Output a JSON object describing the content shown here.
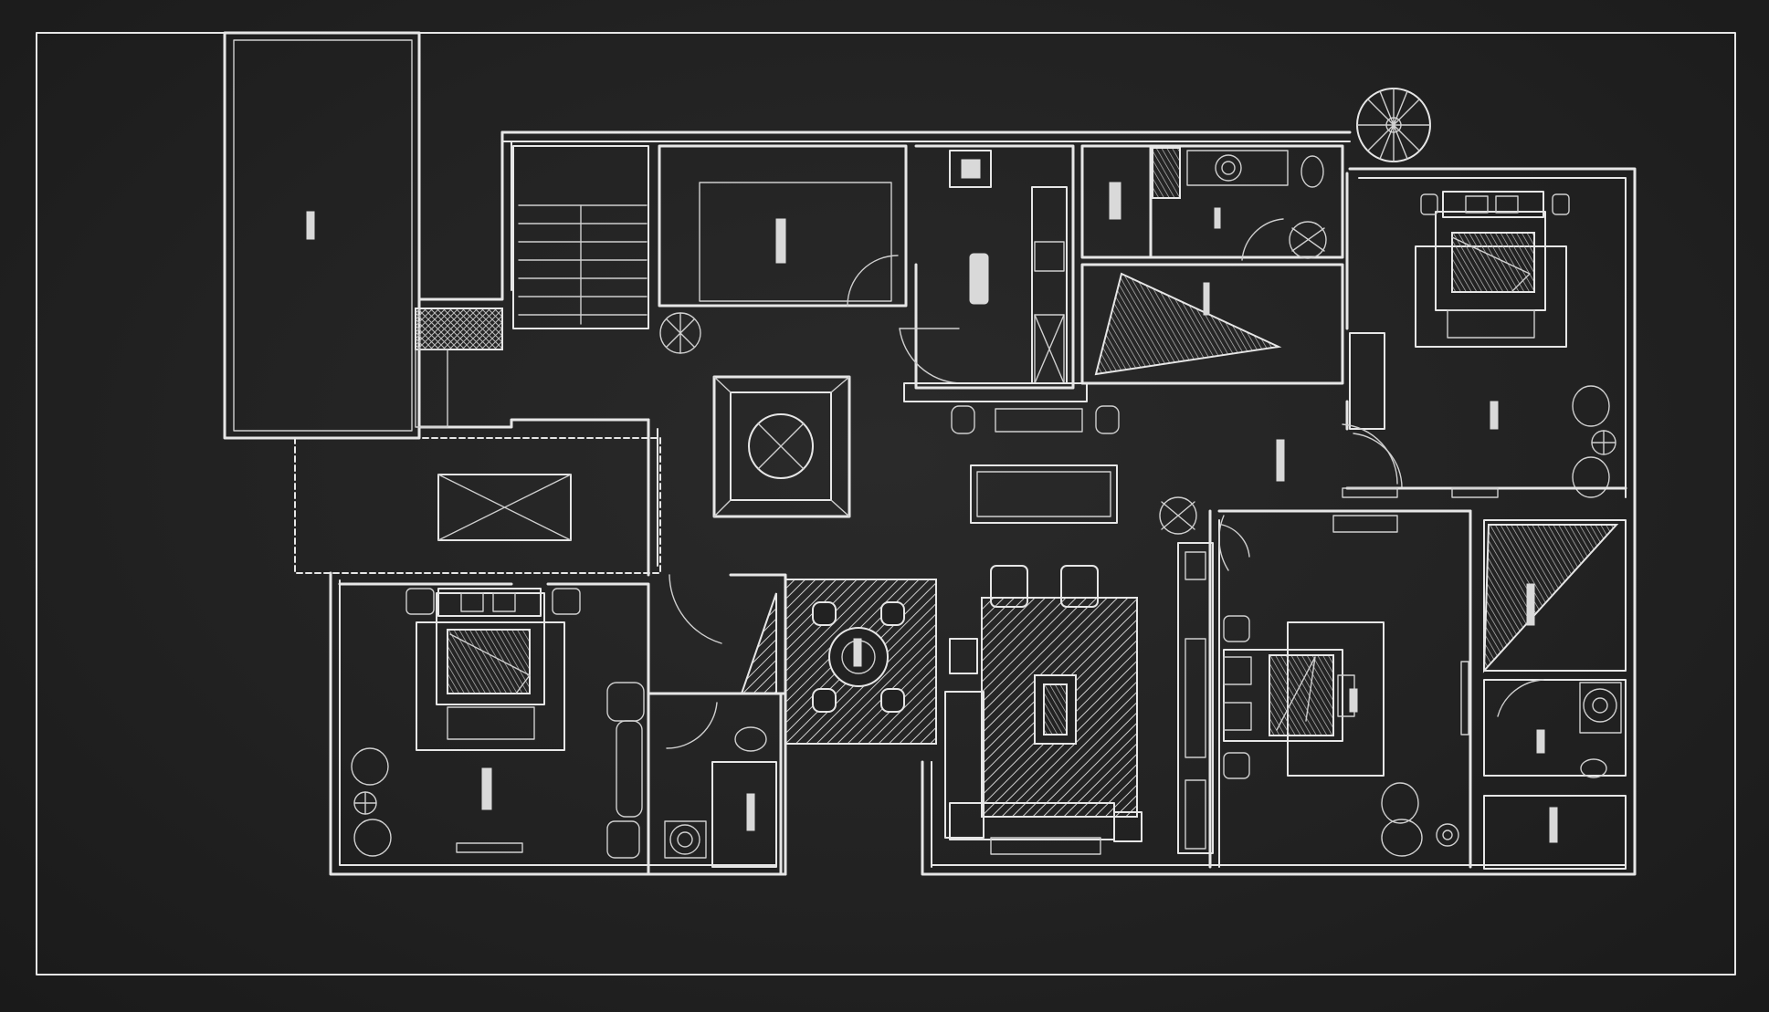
{
  "colors": {
    "background": "#1f1f1f",
    "chalk": "#e6e6e6",
    "chalk_dim": "#cfcfcf"
  },
  "plan": {
    "style": "chalk floor plan on blackboard",
    "rooms": [
      {
        "id": "balcony",
        "label": ""
      },
      {
        "id": "stair",
        "label": ""
      },
      {
        "id": "study",
        "label": ""
      },
      {
        "id": "kitchen",
        "label": ""
      },
      {
        "id": "laundry",
        "label": ""
      },
      {
        "id": "bathroom-north",
        "label": ""
      },
      {
        "id": "bedroom-ne",
        "label": ""
      },
      {
        "id": "storage",
        "label": ""
      },
      {
        "id": "foyer",
        "label": ""
      },
      {
        "id": "bedroom-sw",
        "label": ""
      },
      {
        "id": "bathroom-sw",
        "label": ""
      },
      {
        "id": "dining",
        "label": ""
      },
      {
        "id": "living",
        "label": ""
      },
      {
        "id": "bedroom-se",
        "label": ""
      },
      {
        "id": "bathroom-se",
        "label": ""
      }
    ],
    "icons": [
      "plant-icon",
      "spiral-stair-icon",
      "bed-icon",
      "toilet-icon",
      "sofa-icon",
      "dining-table-icon"
    ]
  }
}
